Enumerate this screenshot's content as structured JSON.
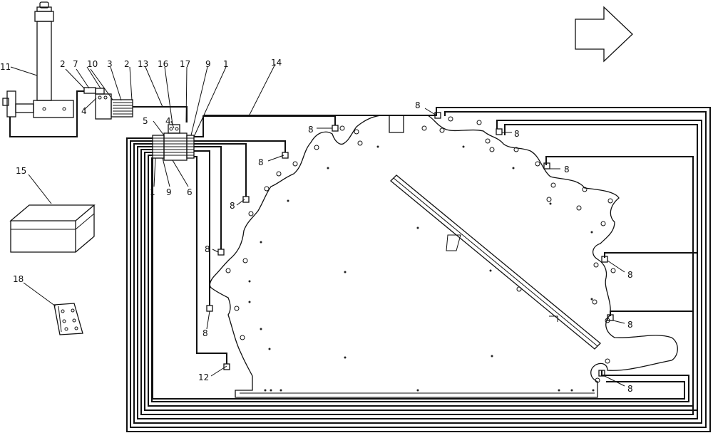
{
  "callouts": {
    "n11": "11",
    "n2a": "2",
    "n7": "7",
    "n10": "10",
    "n3": "3",
    "n2b": "2",
    "n13": "13",
    "n16": "16",
    "n17": "17",
    "n9a": "9",
    "n1a": "1",
    "n14": "14",
    "n4a": "4",
    "n5": "5",
    "n4b": "4",
    "n1b": "1",
    "n9b": "9",
    "n6": "6",
    "n15": "15",
    "n18": "18",
    "n12": "12",
    "n8": "8"
  }
}
